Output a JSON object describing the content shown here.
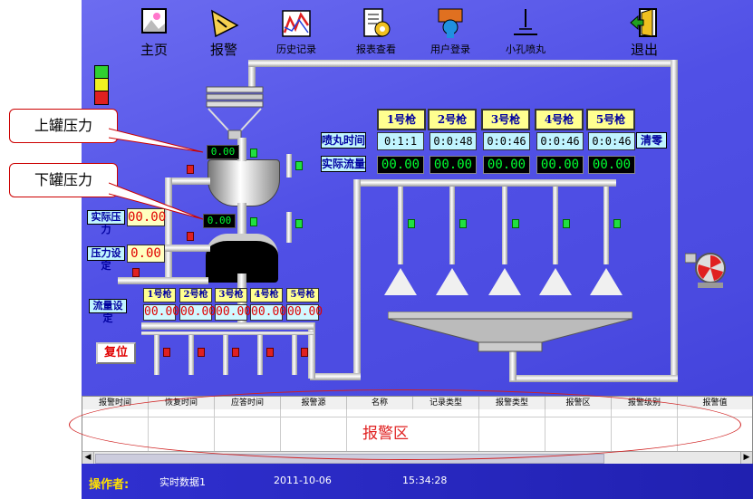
{
  "nav": {
    "home": "主页",
    "alarm": "报警",
    "history": "历史记录",
    "report": "报表查看",
    "login": "用户登录",
    "small_hole": "小孔喷丸",
    "exit": "退出"
  },
  "callouts": {
    "upper_tank": "上罐压力",
    "lower_tank": "下罐压力",
    "alarm_area": "报警区"
  },
  "lcd": {
    "upper": "0.00",
    "lower": "0.00"
  },
  "pressure": {
    "actual_label": "实际压力",
    "actual_value": "00.00",
    "set_label": "压力设定",
    "set_value": "0.00"
  },
  "guns": {
    "spray_time_label": "喷丸时间",
    "actual_flow_label": "实际流量",
    "clear_label": "清零",
    "items": [
      {
        "name": "1号枪",
        "time": "0:1:1",
        "flow": "00.00"
      },
      {
        "name": "2号枪",
        "time": "0:0:48",
        "flow": "00.00"
      },
      {
        "name": "3号枪",
        "time": "0:0:46",
        "flow": "00.00"
      },
      {
        "name": "4号枪",
        "time": "0:0:46",
        "flow": "00.00"
      },
      {
        "name": "5号枪",
        "time": "0:0:46",
        "flow": "00.00"
      }
    ]
  },
  "flow_set": {
    "label": "流量设定",
    "items": [
      {
        "name": "1号枪",
        "value": "00.00"
      },
      {
        "name": "2号枪",
        "value": "00.00"
      },
      {
        "name": "3号枪",
        "value": "00.00"
      },
      {
        "name": "4号枪",
        "value": "00.00"
      },
      {
        "name": "5号枪",
        "value": "00.00"
      }
    ]
  },
  "reset": "复位",
  "alarm_table": {
    "columns": [
      "报警时间",
      "恢复时间",
      "应答时间",
      "报警源",
      "名称",
      "记录类型",
      "报警类型",
      "报警区",
      "报警级别",
      "报警值"
    ]
  },
  "status": {
    "operator_label": "操作者:",
    "data_label": "实时数据1",
    "date": "2011-10-06",
    "time": "15:34:28"
  },
  "colors": {
    "background": "#5050e6",
    "lcd_text": "#00ff30",
    "alarm_red": "#e00000",
    "gun_label_bg": "#ffff90",
    "status_bar": "#2020b0"
  }
}
